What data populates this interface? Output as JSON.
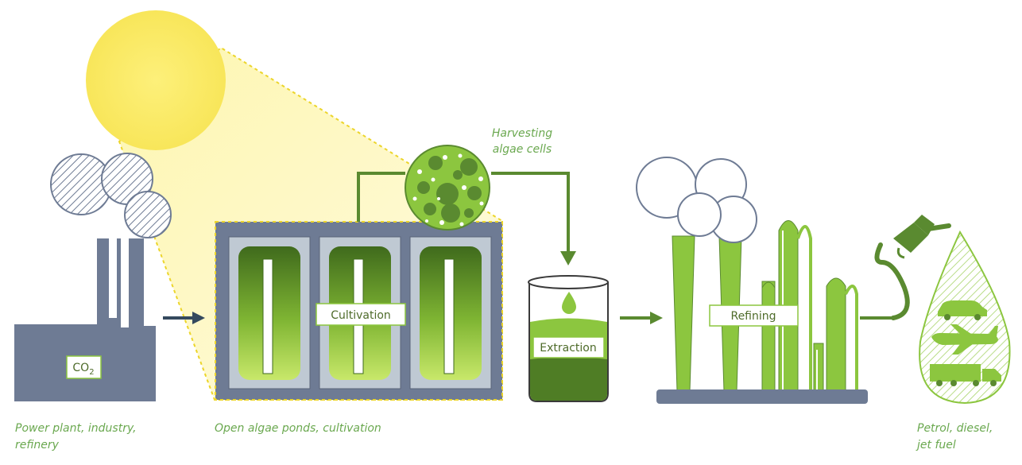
{
  "stages": {
    "source": {
      "caption_line1": "Power plant, industry,",
      "caption_line2": "refinery",
      "gas_label": "CO",
      "gas_subscript": "2"
    },
    "cultivation": {
      "box_label": "Cultivation",
      "caption": "Open algae ponds, cultivation"
    },
    "harvesting": {
      "caption_line1": "Harvesting",
      "caption_line2": "algae cells"
    },
    "extraction": {
      "box_label": "Extraction"
    },
    "refining": {
      "box_label": "Refining"
    },
    "fuel": {
      "caption_line1": "Petrol, diesel,",
      "caption_line2": "jet fuel"
    }
  },
  "colors": {
    "slate": "#6e7b94",
    "sun": "#fbeb6b",
    "green": "#8cc63f",
    "dark_green": "#5a8a30",
    "caption": "#6aa84f"
  },
  "icons": [
    "sun-icon",
    "smoke-cloud-icon",
    "algae-cells-icon",
    "oil-drop-icon",
    "fuel-nozzle-icon",
    "car-icon",
    "airplane-icon",
    "truck-icon"
  ]
}
